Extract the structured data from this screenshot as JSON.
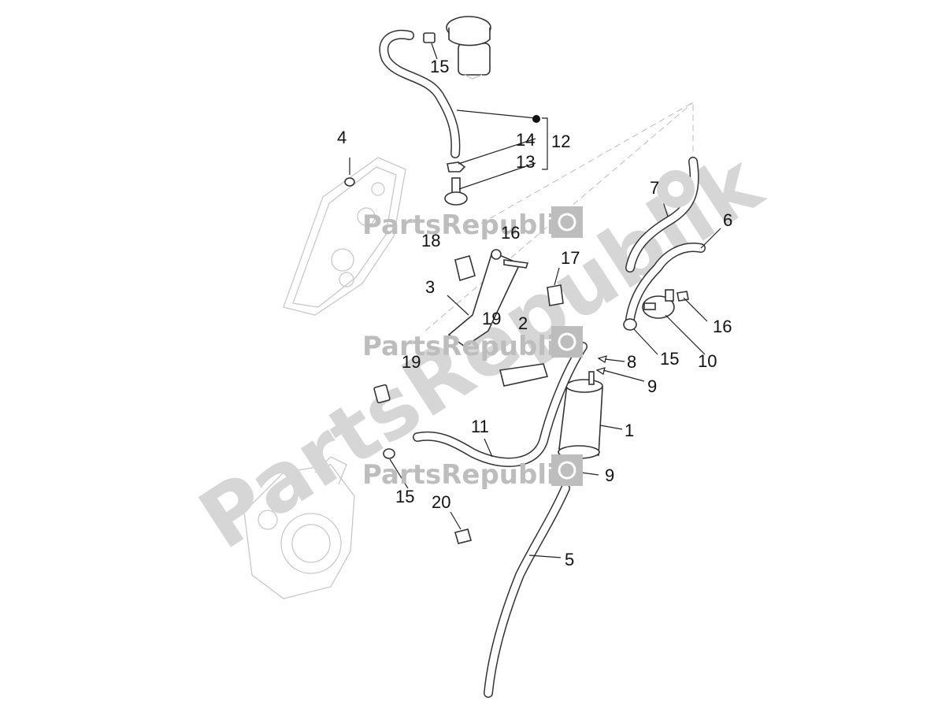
{
  "callouts": {
    "c1": "1",
    "c2": "2",
    "c3": "3",
    "c4": "4",
    "c5": "5",
    "c6": "6",
    "c7": "7",
    "c8": "8",
    "c9a": "9",
    "c9b": "9",
    "c10": "10",
    "c11": "11",
    "c12": "12",
    "c13": "13",
    "c14": "14",
    "c15a": "15",
    "c15b": "15",
    "c15c": "15",
    "c16a": "16",
    "c16b": "16",
    "c17": "17",
    "c18": "18",
    "c19a": "19",
    "c19b": "19",
    "c20": "20"
  },
  "watermark": {
    "brand": "PartsRepublik",
    "colors": {
      "text": "#bdbdbd",
      "big": "#d6d6d6"
    }
  },
  "colors": {
    "line": "#333333",
    "ghost": "#c8c8c8",
    "background": "#ffffff"
  }
}
